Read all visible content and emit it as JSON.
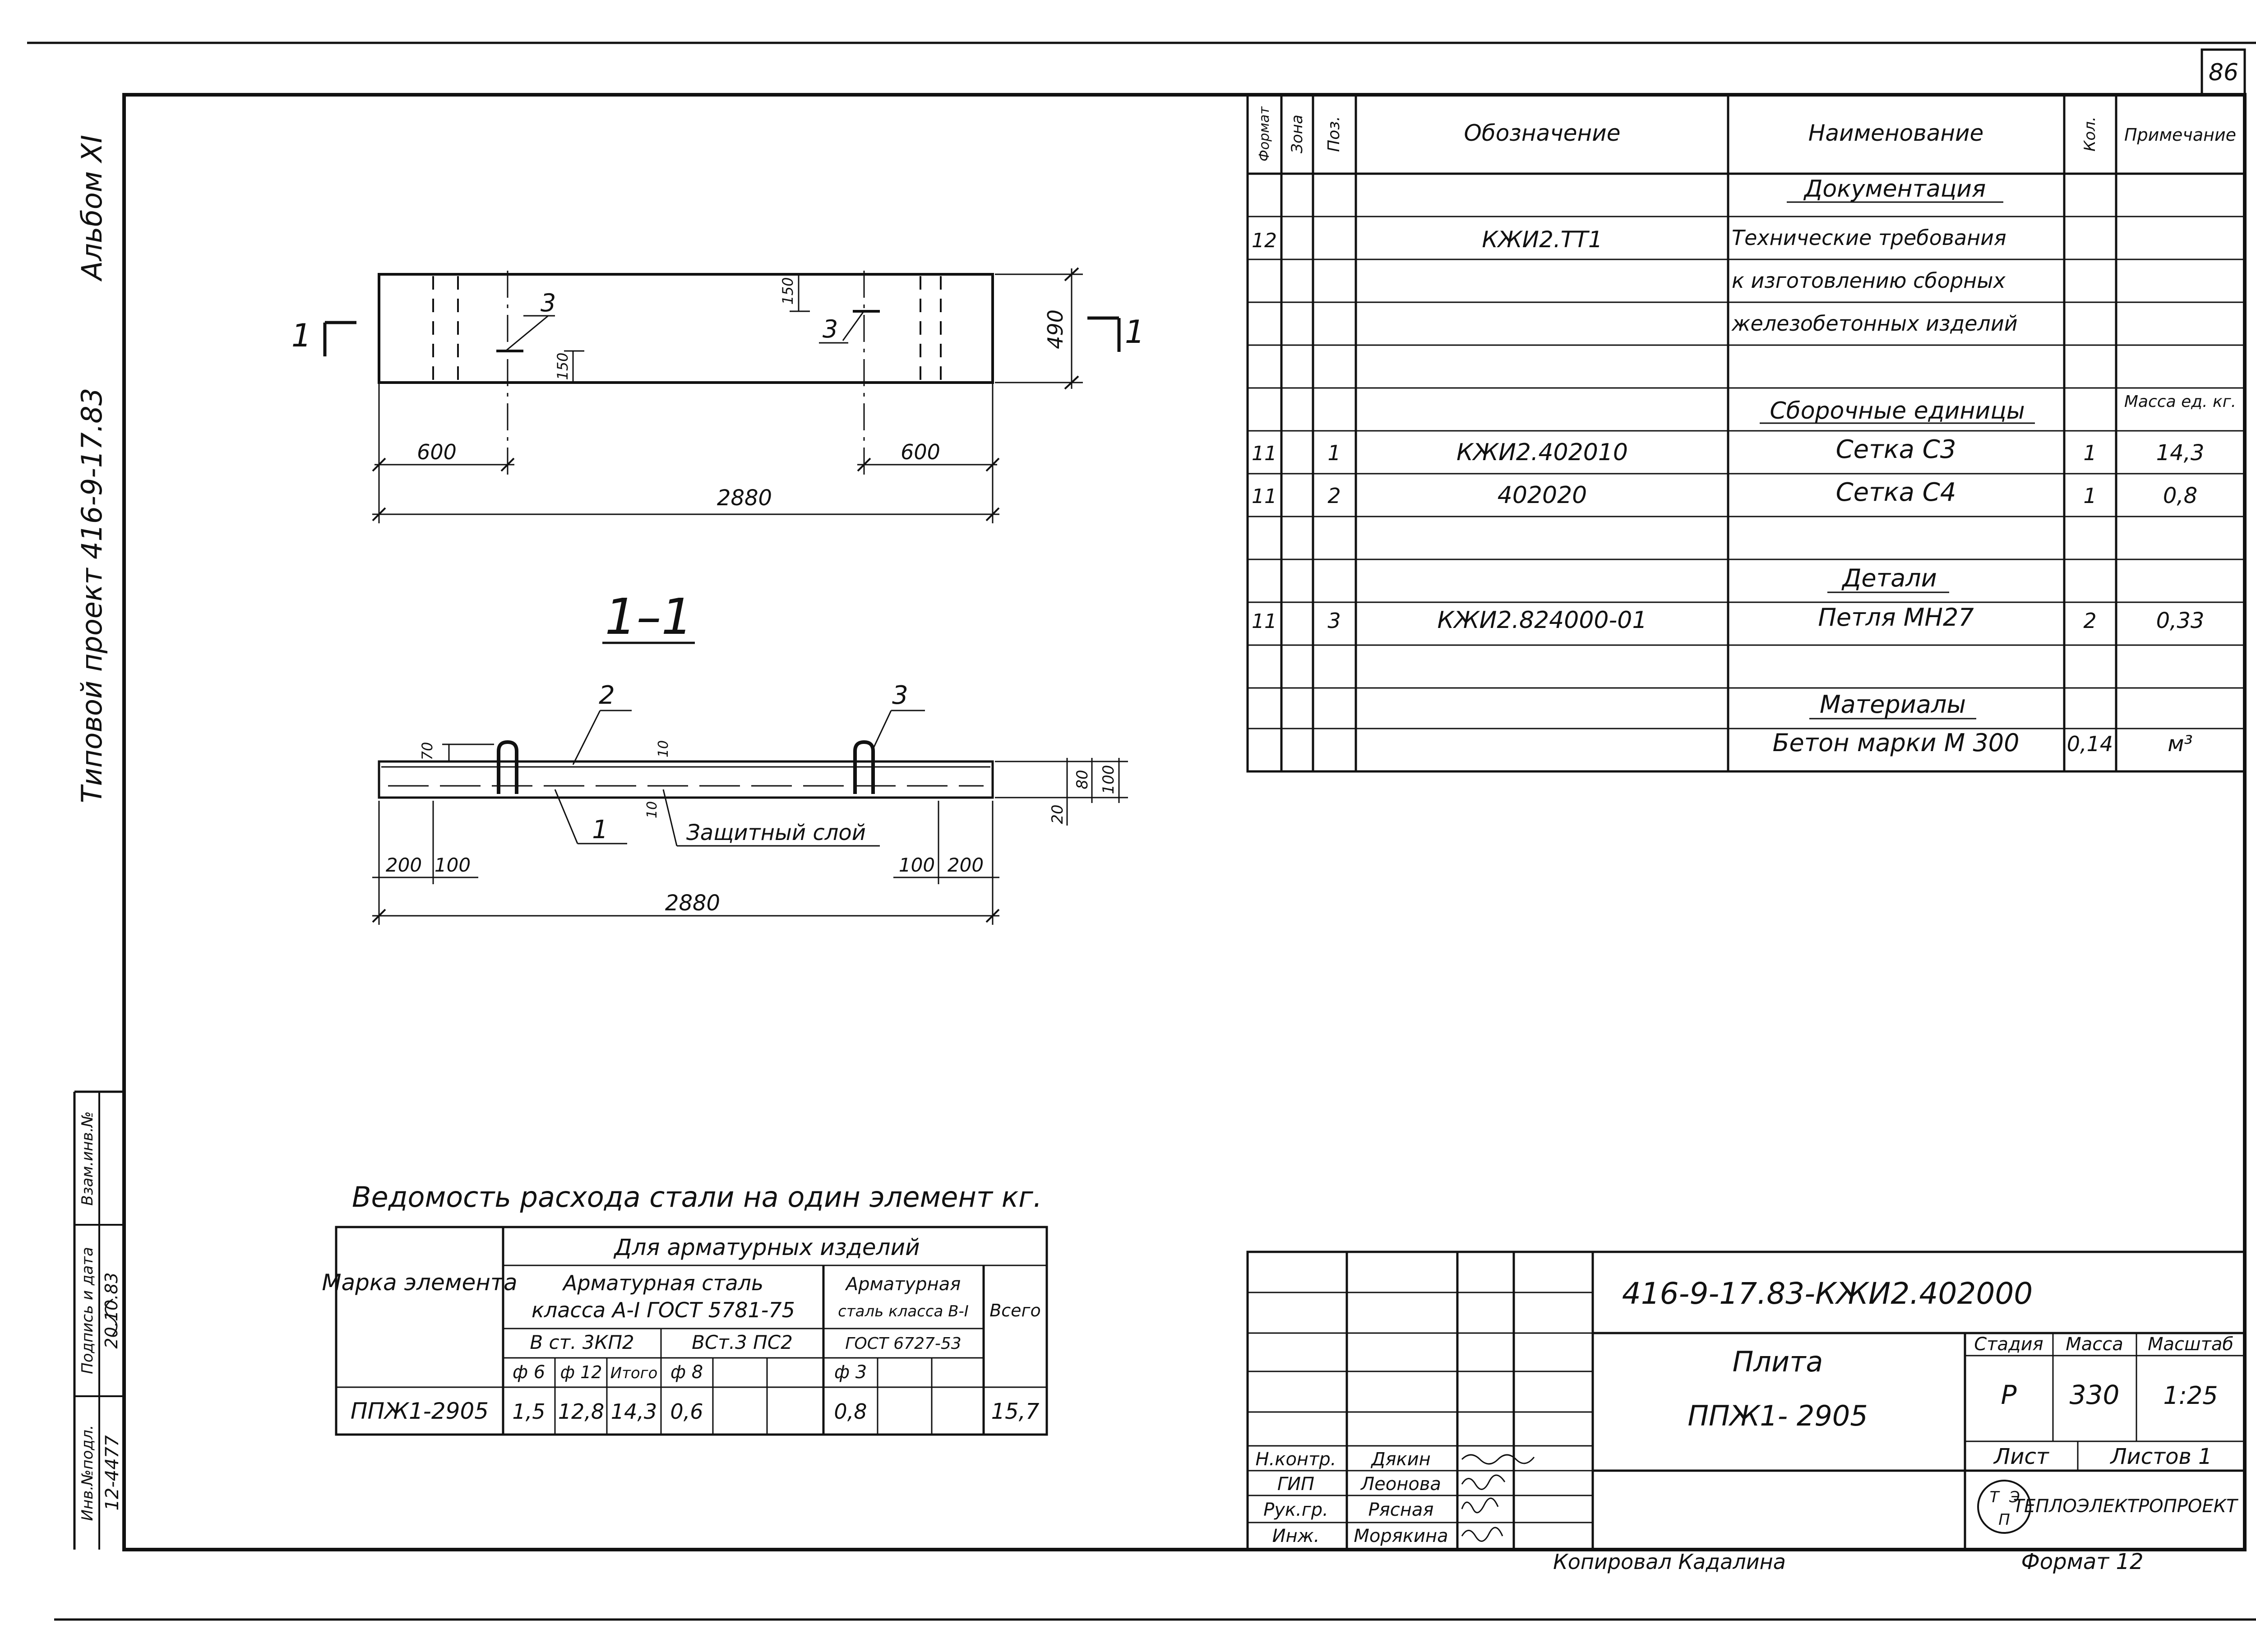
{
  "sheet_number": "86",
  "album": "Альбом XI",
  "project_vertical": "Типовой проект 416-9-17.83",
  "spec": {
    "headers": {
      "format": "Формат",
      "zone": "Зона",
      "pos": "Поз.",
      "designation": "Обозначение",
      "name": "Наименование",
      "qty": "Кол.",
      "note": "Примечание"
    },
    "section_docs": "Документация",
    "doc_row": {
      "format": "12",
      "designation": "КЖИ2.ТТ1"
    },
    "doc_name_lines": [
      "Технические требования",
      "к изготовлению сборных",
      "железобетонных изделий"
    ],
    "section_assemblies": "Сборочные единицы",
    "mass_header": "Масса ед. кг.",
    "rows": [
      {
        "format": "11",
        "pos": "1",
        "designation": "КЖИ2.402010",
        "name": "Сетка  С3",
        "qty": "1",
        "note": "14,3"
      },
      {
        "format": "11",
        "pos": "2",
        "designation": "402020",
        "name": "Сетка  С4",
        "qty": "1",
        "note": "0,8"
      }
    ],
    "section_details": "Детали",
    "detail_row": {
      "format": "11",
      "pos": "3",
      "designation": "КЖИ2.824000-01",
      "name": "Петля  МН27",
      "qty": "2",
      "note": "0,33"
    },
    "section_materials": "Материалы",
    "material_row": {
      "name": "Бетон  марки  М 300",
      "qty": "0,14",
      "note": "м³"
    }
  },
  "plan_view": {
    "section_mark_left": "1",
    "section_mark_right": "1",
    "loop_label_left": "3",
    "loop_label_right": "3",
    "dim_150_top": "150",
    "dim_150_mid": "150",
    "dim_490": "490",
    "dim_600_left": "600",
    "dim_600_right": "600",
    "dim_length": "2880"
  },
  "section_view": {
    "title": "1–1",
    "label_2": "2",
    "label_3": "3",
    "label_1": "1",
    "dim_70": "70",
    "dim_10_top": "10",
    "dim_10_bottom": "10",
    "protective_layer": "Защитный слой",
    "dim_80": "80",
    "dim_20": "20",
    "dim_100_right": "100",
    "dim_200_left": "200",
    "dim_100_left": "100",
    "dim_100_right2": "100",
    "dim_200_right": "200",
    "dim_length": "2880"
  },
  "steel_table": {
    "title": "Ведомость расхода стали на один элемент  кг.",
    "mark_header": "Марка элемента",
    "group_header": "Для  арматурных  изделий",
    "steel_ai_line1": "Арматурная  сталь",
    "steel_ai_line2": "класса  А-I  ГОСТ 5781-75",
    "steel_bi_line1": "Арматурная",
    "steel_bi_line2": "сталь класса В-I",
    "total_header": "Всего",
    "sub_3kp2": "В ст. 3КП2",
    "sub_3ps2": "ВСт.3 ПС2",
    "sub_gost": "ГОСТ 6727-53",
    "diam_6": "ф 6",
    "diam_12": "ф 12",
    "itogo": "Итого",
    "diam_8": "ф 8",
    "diam_3": "ф 3",
    "row": {
      "mark": "ППЖ1-2905",
      "d6": "1,5",
      "d12": "12,8",
      "itogo": "14,3",
      "d8": "0,6",
      "d3": "0,8",
      "total": "15,7"
    }
  },
  "title_block": {
    "code": "416-9-17.83-КЖИ2.402000",
    "name_line1": "Плита",
    "name_line2": "ППЖ1- 2905",
    "stage_header": "Стадия",
    "mass_header": "Масса",
    "scale_header": "Масштаб",
    "stage": "Р",
    "mass": "330",
    "scale": "1:25",
    "sheet_label": "Лист",
    "sheets_label": "Листов 1",
    "org": "ТЕПЛОЭЛЕКТРОПРОЕКТ",
    "logo_letters": [
      "Т",
      "Э",
      "П"
    ],
    "people": [
      {
        "role": "Н.контр.",
        "name": "Дякин"
      },
      {
        "role": "ГИП",
        "name": "Леонова"
      },
      {
        "role": "Рук.гр.",
        "name": "Рясная"
      },
      {
        "role": "Инж.",
        "name": "Морякина"
      }
    ],
    "copied_by": "Копировал  Кадалина",
    "format": "Формат 12"
  },
  "side_stamp": {
    "inv_podl": "Инв.№подл.",
    "podpis": "Подпись и дата",
    "vzam": "Взам.инв.№",
    "inv_value": "12-4477",
    "date_value": "20.10.83"
  }
}
